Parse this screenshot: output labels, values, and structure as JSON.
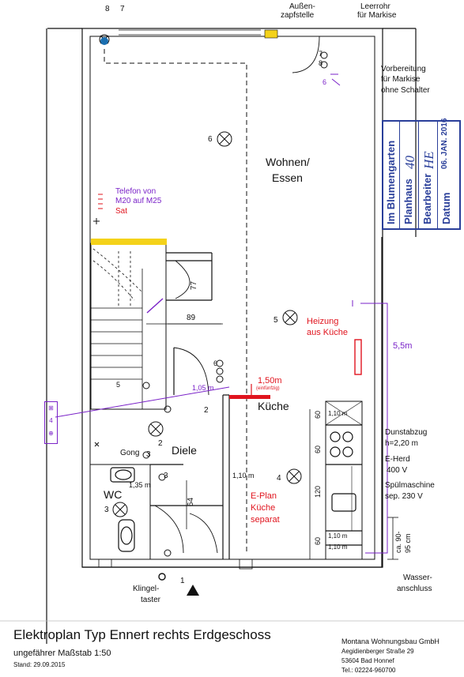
{
  "header": {
    "aussen": "Außen-",
    "zapfstelle": "zapfstelle",
    "leerrohr": "Leerrohr",
    "fuer_markise": "für Markise",
    "vorbereitung": "Vorbereitung",
    "vorb_markise": "für Markise",
    "ohne_schalter": "ohne Schalter"
  },
  "rooms": {
    "wohnen": "Wohnen/",
    "essen": "Essen",
    "kueche": "Küche",
    "diele": "Diele",
    "wc": "WC"
  },
  "annotations": {
    "telefon1": "Telefon von",
    "telefon2": "M20 auf M25",
    "sat": "Sat",
    "heizung1": "Heizung",
    "heizung2": "aus Küche",
    "dim_55": "5,5m",
    "h150": "1,50m",
    "einfuenfzig": "(einfünfzig)",
    "h105": "1,05 m",
    "dim_89": "89",
    "dim_77": "77",
    "dim_64": "64",
    "dim_135": "1,35 m",
    "dim_110m": "1,10 m",
    "gong": "Gong",
    "eplan1": "E-Plan",
    "eplan2": "Küche",
    "eplan3": "separat",
    "klingel1": "Klingel-",
    "klingel2": "taster",
    "dunstabzug": "Dunstabzug",
    "dunst_h": "h=2,20 m",
    "eherd": "E-Herd",
    "eherd_v": "400 V",
    "spuel": "Spülmaschine",
    "spuel_v": "sep. 230 V",
    "ca9095": "ca. 90-",
    "cm95": "95 cm",
    "wasser1": "Wasser-",
    "wasser2": "anschluss",
    "k110a": "1,10 m",
    "k110b": "1,10 m",
    "k110c": "1,10 m",
    "d60a": "60",
    "d60b": "60",
    "d120": "120",
    "d60c": "60"
  },
  "numbers": {
    "n8": "8",
    "n7": "7",
    "n6a": "6",
    "n6b": "6",
    "n6c": "6",
    "n5a": "5",
    "n5b": "5",
    "n4": "4",
    "n2a": "2",
    "n2b": "2",
    "n3a": "3",
    "n3b": "3",
    "n3c": "3",
    "n1": "1",
    "n7b": "7",
    "n8b": "8"
  },
  "stamp": {
    "field1": "Im Blumengarten",
    "field2": "Planhaus",
    "field3": "Bearbeiter",
    "field4": "Datum",
    "val_planhaus": "40",
    "val_bearbeiter": "HE",
    "val_datum": "06. JAN. 2016"
  },
  "legend": {
    "a": "⊞",
    "b": "4",
    "c": "⊕"
  },
  "footer": {
    "title": "Elektroplan Typ Ennert rechts Erdgeschoss",
    "scale": "ungefährer Maßstab 1:50",
    "stand": "Stand: 29.09.2015",
    "company": "Montana Wohnungsbau GmbH",
    "street": "Aegidienberger Straße 29",
    "city": "53604 Bad Honnef",
    "tel": "Tel.: 02224-960700"
  },
  "colors": {
    "ink": "#111111",
    "red": "#e0141e",
    "purple": "#7a22c8",
    "stamp": "#2a3f9a",
    "yellow": "#f4d21a"
  }
}
